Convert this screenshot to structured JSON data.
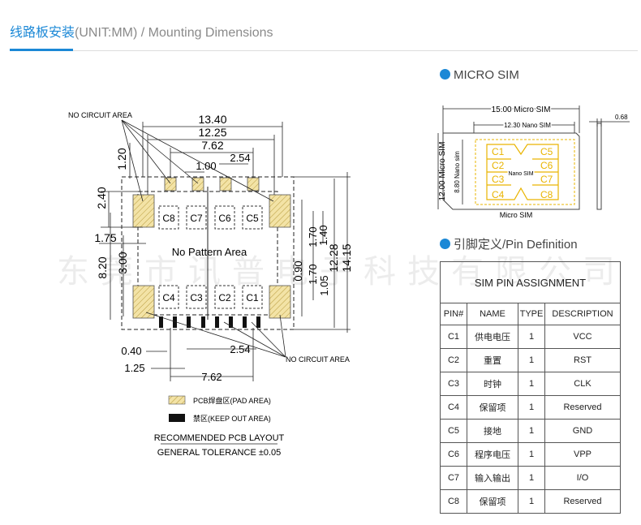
{
  "header": {
    "title_zh": "线路板安装",
    "title_en": "(UNIT:MM) / Mounting Dimensions",
    "accent_color": "#1b88d6"
  },
  "watermark": "东莞市讯普电子科技有限公司",
  "pcb": {
    "dims": {
      "d1340": "13.40",
      "d1225": "12.25",
      "d762_top": "7.62",
      "d254_top": "2.54",
      "d100": "1.00",
      "d120": "1.20",
      "d240": "2.40",
      "d175": "1.75",
      "d820": "8.20",
      "d300": "3.00",
      "d140": "1.40",
      "d170": "1.70",
      "d090": "0.90",
      "d105": "1.05",
      "d1228": "12.28",
      "d1415": "14.15",
      "d040": "0.40",
      "d125": "1.25",
      "d254_bot": "2.54",
      "d762_bot": "7.62"
    },
    "contacts_top": [
      "C8",
      "C7",
      "C6",
      "C5"
    ],
    "contacts_bottom": [
      "C4",
      "C3",
      "C2",
      "C1"
    ],
    "no_pattern": "No Pattern Area",
    "no_circuit_top": "NO CIRCUIT AREA",
    "no_circuit_bottom": "NO CIRCUIT AREA",
    "legend_pad": "PCB焊盘区(PAD AREA)",
    "legend_keepout": "禁区(KEEP OUT AREA)",
    "recommended": "RECOMMENDED PCB LAYOUT",
    "tolerance": "GENERAL TOLERANCE ±0.05",
    "pad_color": "#f3e3a6"
  },
  "micro_sim": {
    "title": "MICRO SIM",
    "width_label": "15.00 Micro SIM",
    "nano_width_label": "12.30 Nano SIM",
    "thickness": "0.68",
    "height_label": "12.00 Micro SIM",
    "nano_height_label": "8.80 Nano sim",
    "nano_label": "Nano SIM",
    "bottom_label": "Micro SIM",
    "contacts": [
      "C1",
      "C2",
      "C3",
      "C4",
      "C5",
      "C6",
      "C7",
      "C8"
    ],
    "contact_color": "#e9b400"
  },
  "pin_section": {
    "title": "引脚定义/Pin Definition",
    "table_title": "SIM PIN ASSIGNMENT",
    "columns": [
      "PIN#",
      "NAME",
      "TYPE",
      "DESCRIPTION"
    ],
    "rows": [
      {
        "pin": "C1",
        "name": "供电电压",
        "type": "1",
        "desc": "VCC"
      },
      {
        "pin": "C2",
        "name": "重置",
        "type": "1",
        "desc": "RST"
      },
      {
        "pin": "C3",
        "name": "时钟",
        "type": "1",
        "desc": "CLK"
      },
      {
        "pin": "C4",
        "name": "保留项",
        "type": "1",
        "desc": "Reserved"
      },
      {
        "pin": "C5",
        "name": "接地",
        "type": "1",
        "desc": "GND"
      },
      {
        "pin": "C6",
        "name": "程序电压",
        "type": "1",
        "desc": "VPP"
      },
      {
        "pin": "C7",
        "name": "输入输出",
        "type": "1",
        "desc": "I/O"
      },
      {
        "pin": "C8",
        "name": "保留项",
        "type": "1",
        "desc": "Reserved"
      }
    ]
  }
}
